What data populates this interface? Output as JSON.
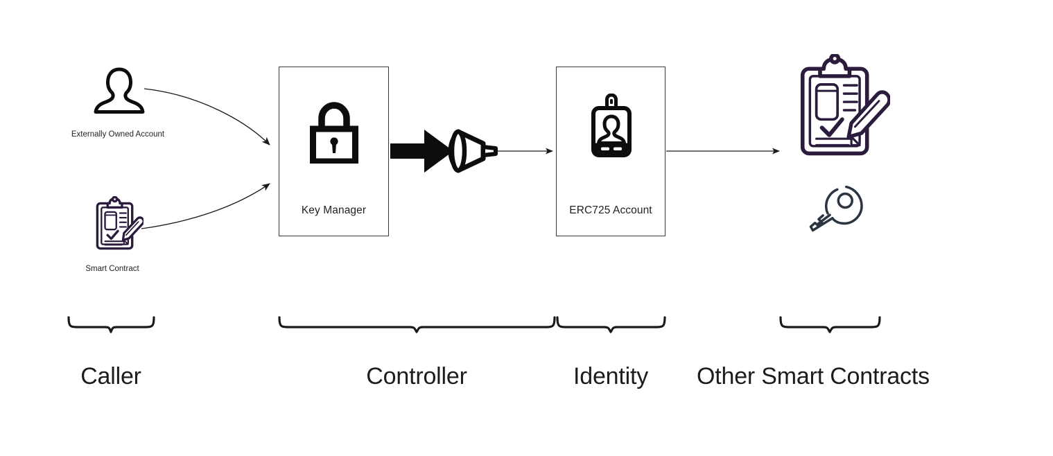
{
  "diagram": {
    "title": "ERC725 Account architecture flow",
    "background": "#ffffff",
    "stroke_dark": "#1a1a1a",
    "stroke_purple": "#2b1b3d",
    "box_border": "#3a3a3a",
    "nodes": [
      {
        "id": "key-manager",
        "label": "Key Manager",
        "icon": "padlock-icon"
      },
      {
        "id": "erc725-account",
        "label": "ERC725 Account",
        "icon": "id-badge-icon"
      }
    ],
    "actors": [
      {
        "id": "externally-owned-account",
        "caption": "Externally Owned Account",
        "icon": "person-icon"
      },
      {
        "id": "smart-contract",
        "caption": "Smart Contract",
        "icon": "clipboard-pen-icon"
      }
    ],
    "endpoints": [
      {
        "id": "other-contracts",
        "icons": [
          "clipboard-pen-icon",
          "key-icon"
        ]
      }
    ],
    "connectors": [
      {
        "id": "eoa-to-key-manager",
        "kind": "curved-arrow"
      },
      {
        "id": "smart-contract-to-key-manager",
        "kind": "curved-arrow"
      },
      {
        "id": "key-manager-to-funnel",
        "kind": "block-arrow"
      },
      {
        "id": "funnel-to-erc725",
        "kind": "thin-arrow"
      },
      {
        "id": "erc725-to-other-contracts",
        "kind": "thin-arrow"
      }
    ],
    "funnel": {
      "id": "funnel-icon"
    },
    "groups": [
      {
        "id": "caller",
        "label": "Caller"
      },
      {
        "id": "controller",
        "label": "Controller"
      },
      {
        "id": "identity",
        "label": "Identity"
      },
      {
        "id": "other-smart-contracts",
        "label": "Other Smart Contracts"
      }
    ]
  }
}
